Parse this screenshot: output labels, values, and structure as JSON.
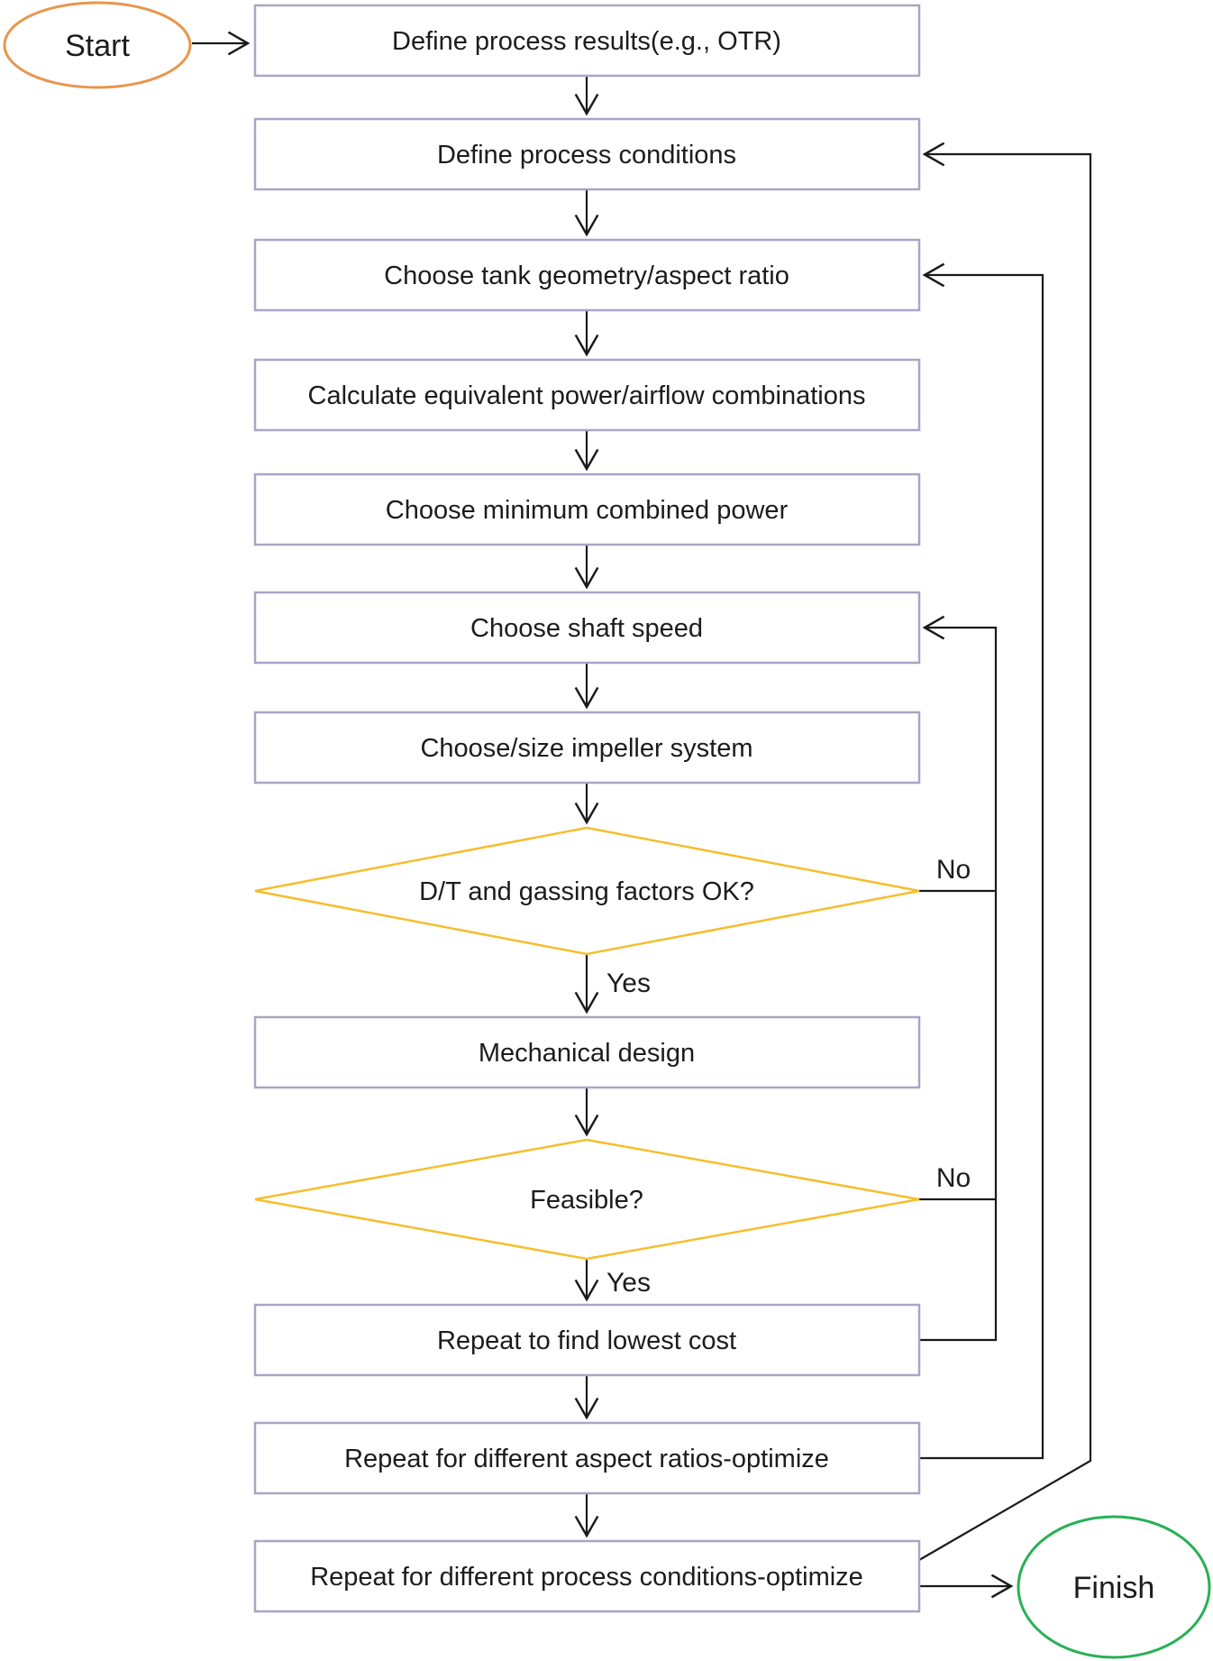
{
  "flow": {
    "start": {
      "label": "Start"
    },
    "finish": {
      "label": "Finish"
    },
    "steps": [
      {
        "label": "Define process results(e.g., OTR)"
      },
      {
        "label": "Define process conditions"
      },
      {
        "label": "Choose tank geometry/aspect ratio"
      },
      {
        "label": "Calculate equivalent power/airflow combinations"
      },
      {
        "label": "Choose minimum combined power"
      },
      {
        "label": "Choose shaft speed"
      },
      {
        "label": "Choose/size impeller system"
      },
      {
        "label": "Mechanical design"
      },
      {
        "label": "Repeat to find lowest cost"
      },
      {
        "label": "Repeat for different aspect ratios-optimize"
      },
      {
        "label": "Repeat for different process conditions-optimize"
      }
    ],
    "decisions": [
      {
        "label": "D/T and gassing factors OK?",
        "yes": "Yes",
        "no": "No"
      },
      {
        "label": "Feasible?",
        "yes": "Yes",
        "no": "No"
      }
    ],
    "colors": {
      "process_border": "#a9a5c6",
      "decision_border": "#f5be2e",
      "start_border": "#e8964d",
      "finish_border": "#28b055",
      "line": "#1a1a1a",
      "text": "#1c1c1c"
    }
  }
}
